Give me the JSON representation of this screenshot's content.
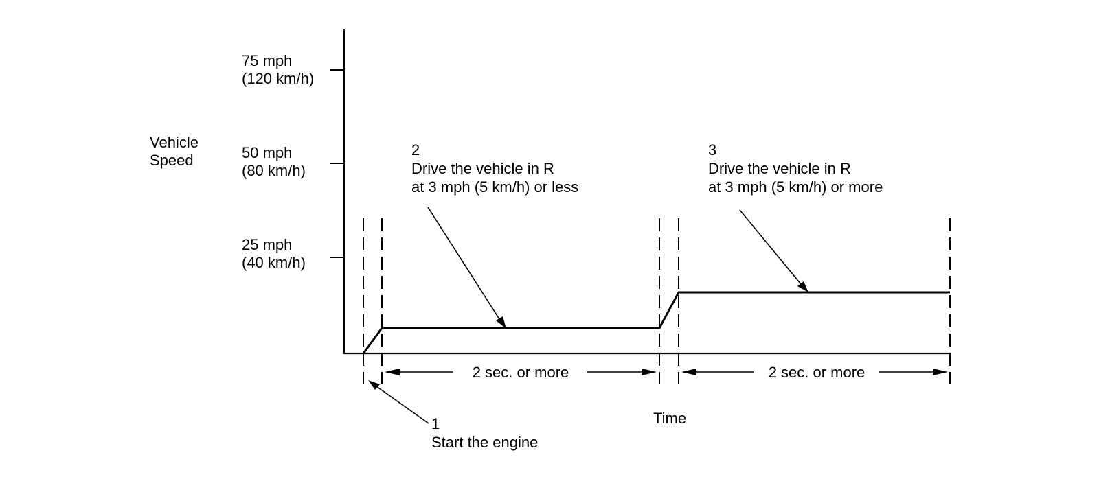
{
  "y_axis": {
    "label_line1": "Vehicle",
    "label_line2": "Speed",
    "ticks": [
      {
        "mph": "75 mph",
        "kmh": "(120 km/h)"
      },
      {
        "mph": "50 mph",
        "kmh": "(80 km/h)"
      },
      {
        "mph": "25 mph",
        "kmh": "(40 km/h)"
      }
    ]
  },
  "x_axis": {
    "label": "Time"
  },
  "callouts": [
    {
      "number": "1",
      "line1": "Start the engine",
      "line2": ""
    },
    {
      "number": "2",
      "line1": "Drive the vehicle in R",
      "line2": "at 3 mph (5 km/h) or less"
    },
    {
      "number": "3",
      "line1": "Drive the vehicle in R",
      "line2": "at 3 mph (5 km/h) or more"
    }
  ],
  "durations": [
    {
      "label": "2 sec. or more"
    },
    {
      "label": "2 sec. or more"
    }
  ]
}
